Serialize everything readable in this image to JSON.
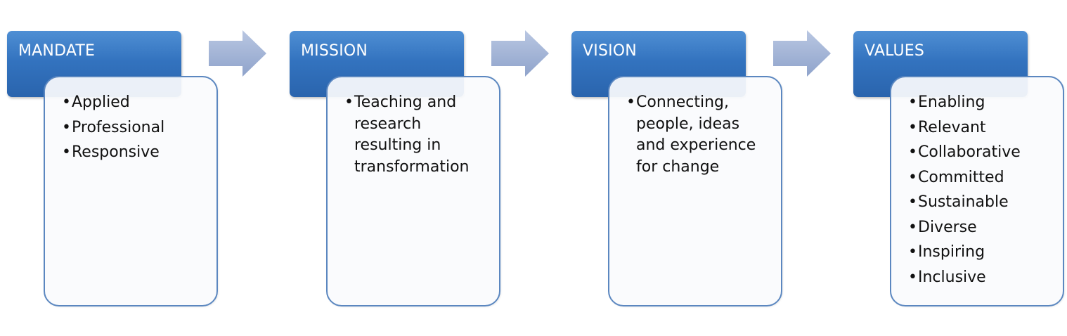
{
  "stages": [
    {
      "title": "MANDATE",
      "items": [
        "Applied",
        "Professional",
        "Responsive"
      ]
    },
    {
      "title": "MISSION",
      "items": [
        "Teaching and research resulting in transformation"
      ]
    },
    {
      "title": "VISION",
      "items": [
        "Connecting, people, ideas and experience for change"
      ]
    },
    {
      "title": "VALUES",
      "items": [
        "Enabling",
        "Relevant",
        "Collaborative",
        "Committed",
        "Sustainable",
        "Diverse",
        "Inspiring",
        "Inclusive"
      ]
    }
  ],
  "colors": {
    "header_fill": "#3373bf",
    "card_border": "#5b87c0",
    "arrow_fill": "#9aaed2"
  }
}
